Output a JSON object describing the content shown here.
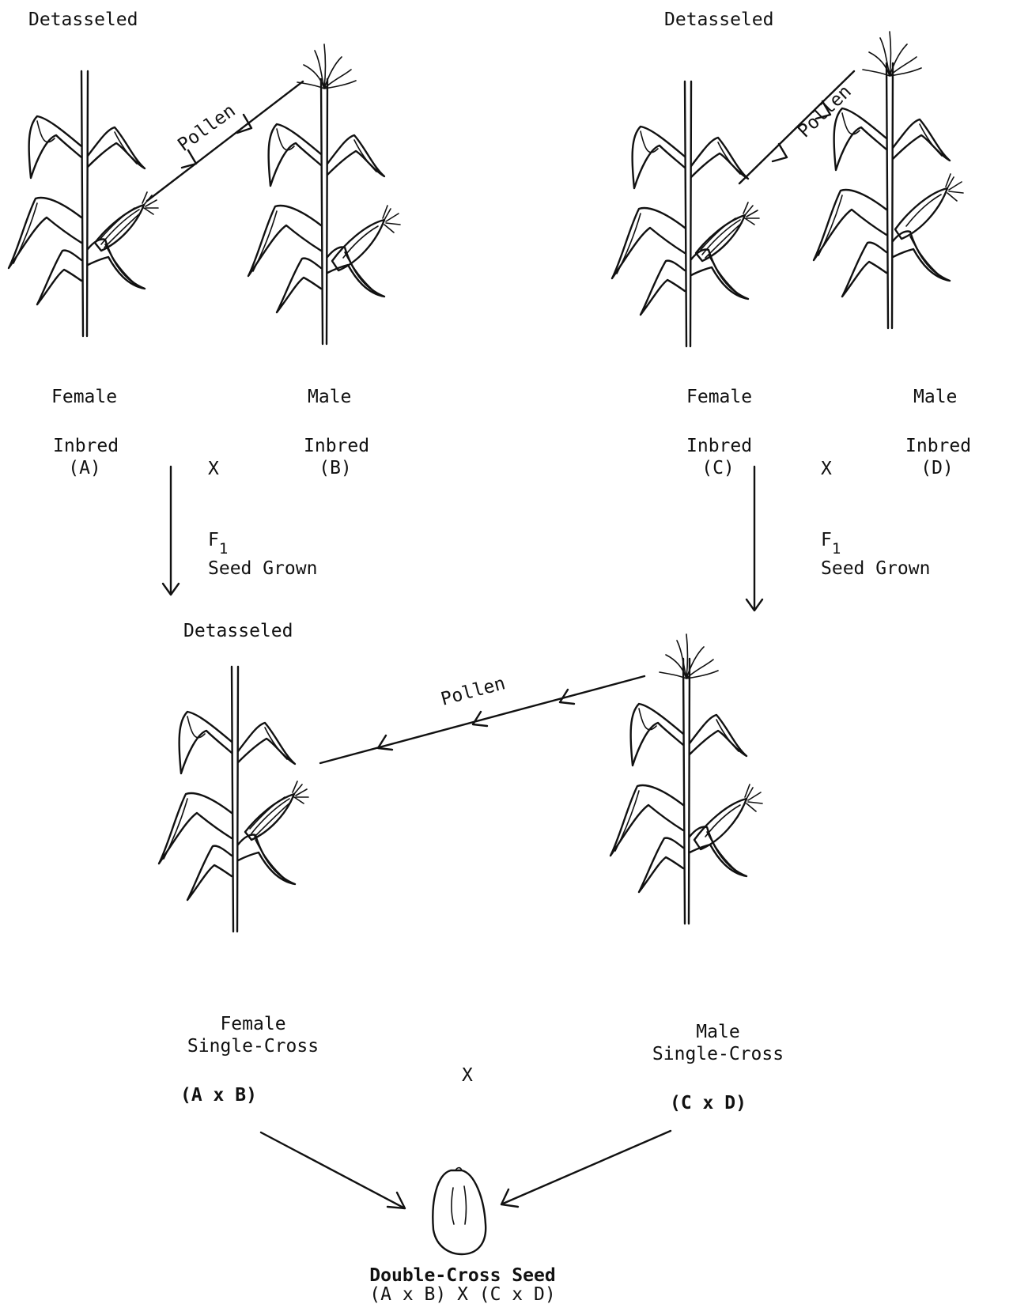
{
  "top_left": {
    "detasseled": "Detasseled",
    "pollen": "Pollen",
    "female": "Female",
    "male": "Male",
    "inbred_a": "Inbred",
    "inbred_a_code": "(A)",
    "inbred_b": "Inbred",
    "inbred_b_code": "(B)",
    "cross": "X",
    "f1": "F",
    "f1_sub": "1",
    "seed_grown": "Seed Grown"
  },
  "top_right": {
    "detasseled": "Detasseled",
    "pollen": "Pollen",
    "female": "Female",
    "male": "Male",
    "inbred_c": "Inbred",
    "inbred_c_code": "(C)",
    "inbred_d": "Inbred",
    "inbred_d_code": "(D)",
    "cross": "X",
    "f1": "F",
    "f1_sub": "1",
    "seed_grown": "Seed Grown"
  },
  "bottom": {
    "detasseled": "Detasseled",
    "pollen": "Pollen",
    "female_line1": "Female",
    "female_line2": "Single-Cross",
    "female_code": "(A x B)",
    "male_line1": "Male",
    "male_line2": "Single-Cross",
    "male_code": "(C x D)",
    "cross": "X",
    "seed_line1": "Double-Cross Seed",
    "seed_line2": "(A x B) X (C x D)"
  }
}
